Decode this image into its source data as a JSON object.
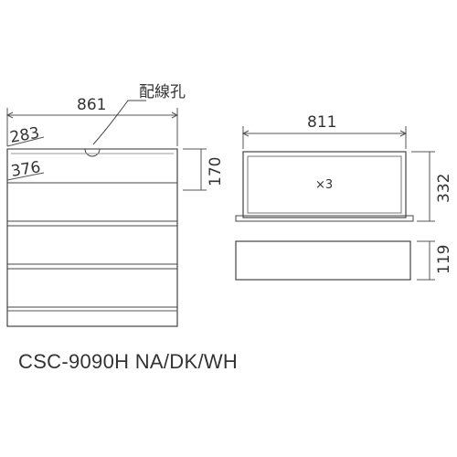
{
  "dimensions": {
    "cabinet_width": "861",
    "depth": "283",
    "inner_depth": "376",
    "top_drawer_height": "170",
    "wiring_hole_label": "配線孔",
    "drawer_width": "811",
    "drawer_quantity": "×3",
    "drawer_depth": "332",
    "drawer_height": "119"
  },
  "model": "CSC-9090H NA/DK/WH"
}
